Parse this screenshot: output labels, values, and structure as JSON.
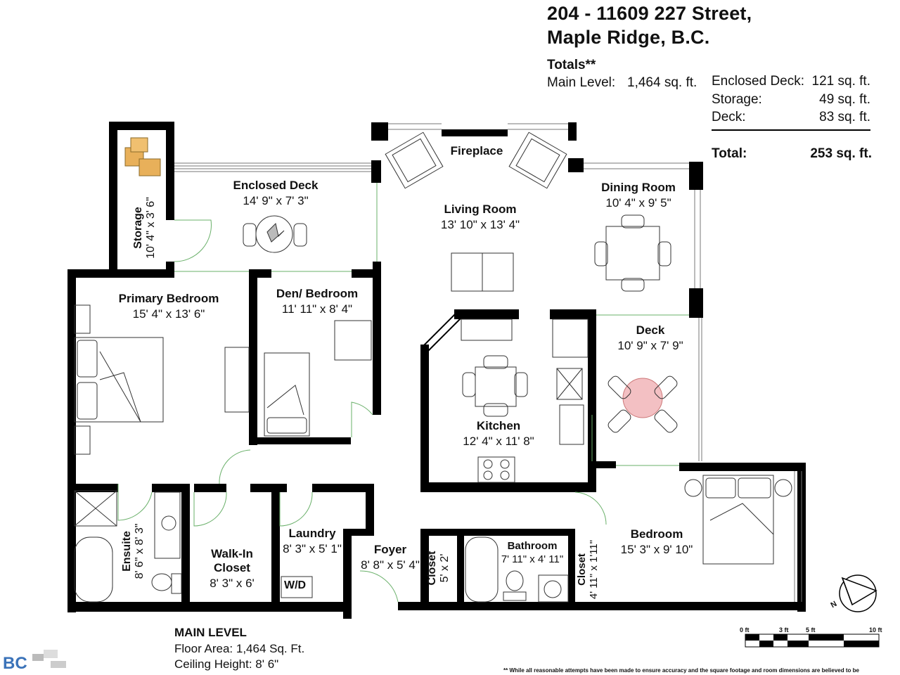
{
  "header": {
    "address_line1": "204 - 11609 227 Street,",
    "address_line2": "Maple Ridge, B.C."
  },
  "totals": {
    "heading": "Totals**",
    "main_level_label": "Main Level:",
    "main_level_value": "1,464 sq. ft.",
    "rows": [
      {
        "label": "Enclosed Deck:",
        "value": "121 sq. ft."
      },
      {
        "label": "Storage:",
        "value": "49 sq. ft."
      },
      {
        "label": "Deck:",
        "value": "83 sq. ft."
      }
    ],
    "total_label": "Total:",
    "total_value": "253 sq. ft."
  },
  "rooms": {
    "enclosed_deck": {
      "name": "Enclosed Deck",
      "dims": "14' 9\" x 7' 3\""
    },
    "storage": {
      "name": "Storage",
      "dims": "10' 4\" x 3' 6\""
    },
    "fireplace": {
      "name": "Fireplace"
    },
    "living_room": {
      "name": "Living Room",
      "dims": "13' 10\" x 13' 4\""
    },
    "dining_room": {
      "name": "Dining Room",
      "dims": "10' 4\" x 9' 5\""
    },
    "primary_bedroom": {
      "name": "Primary Bedroom",
      "dims": "15' 4\" x 13' 6\""
    },
    "den": {
      "name": "Den/ Bedroom",
      "dims": "11' 11\" x 8' 4\""
    },
    "deck": {
      "name": "Deck",
      "dims": "10' 9\" x 7' 9\""
    },
    "kitchen": {
      "name": "Kitchen",
      "dims": "12' 4\" x 11' 8\""
    },
    "laundry": {
      "name": "Laundry",
      "dims": "8' 3\" x 5' 1\""
    },
    "walkin": {
      "name": "Walk-In",
      "name2": "Closet",
      "dims": "8' 3\" x 6'"
    },
    "ensuite": {
      "name": "Ensuite",
      "dims": "8' 6\" x 8' 3\""
    },
    "foyer": {
      "name": "Foyer",
      "dims": "8' 8\" x 5' 4\""
    },
    "closet1": {
      "name": "Closet",
      "dims": "5' x 2'"
    },
    "bathroom": {
      "name": "Bathroom",
      "dims": "7' 11\" x 4' 11\""
    },
    "closet2": {
      "name": "Closet",
      "dims": "4' 11\" x 1'11\""
    },
    "bedroom": {
      "name": "Bedroom",
      "dims": "15' 3\" x 9' 10\""
    },
    "wd_label": "W/D"
  },
  "footer": {
    "level": "MAIN LEVEL",
    "floor_area": "Floor Area: 1,464 Sq. Ft.",
    "ceiling": "Ceiling Height: 8' 6\"",
    "logo_text": "BC",
    "disclaimer": "** While all reasonable attempts have been made to ensure accuracy and the square footage and room dimensions are believed to be"
  },
  "scale": {
    "ticks": [
      "0 ft",
      "3 ft",
      "5 ft",
      "10 ft"
    ]
  },
  "compass": {
    "label": "N"
  }
}
